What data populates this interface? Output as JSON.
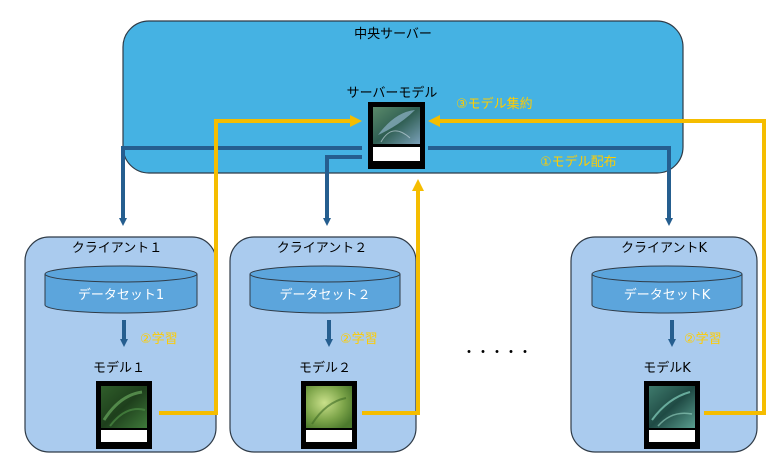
{
  "server": {
    "title": "中央サーバー",
    "model_label": "サーバーモデル",
    "distribute_label": "①モデル配布",
    "aggregate_label": "③モデル集約"
  },
  "clients": [
    {
      "title": "クライアント１",
      "dataset": "データセット1",
      "learn": "②学習",
      "model": "モデル１"
    },
    {
      "title": "クライアント２",
      "dataset": "データセット２",
      "learn": "②学習",
      "model": "モデル２"
    },
    {
      "title": "クライアントK",
      "dataset": "データセットK",
      "learn": "②学習",
      "model": "モデルK"
    }
  ],
  "ellipsis": "・・・・・",
  "colors": {
    "server_fill": "#45b2e3",
    "client_fill": "#aacbee",
    "dataset_fill": "#5ca5dc",
    "arrow_dark": "#255e8f",
    "arrow_gold": "#f5bd00",
    "learn_text": "#ffcc00"
  },
  "icons": {
    "server_model": "leaf-image-icon",
    "client_models": [
      "leaf-image-icon",
      "leaf-image-icon",
      "leaf-image-icon"
    ]
  }
}
